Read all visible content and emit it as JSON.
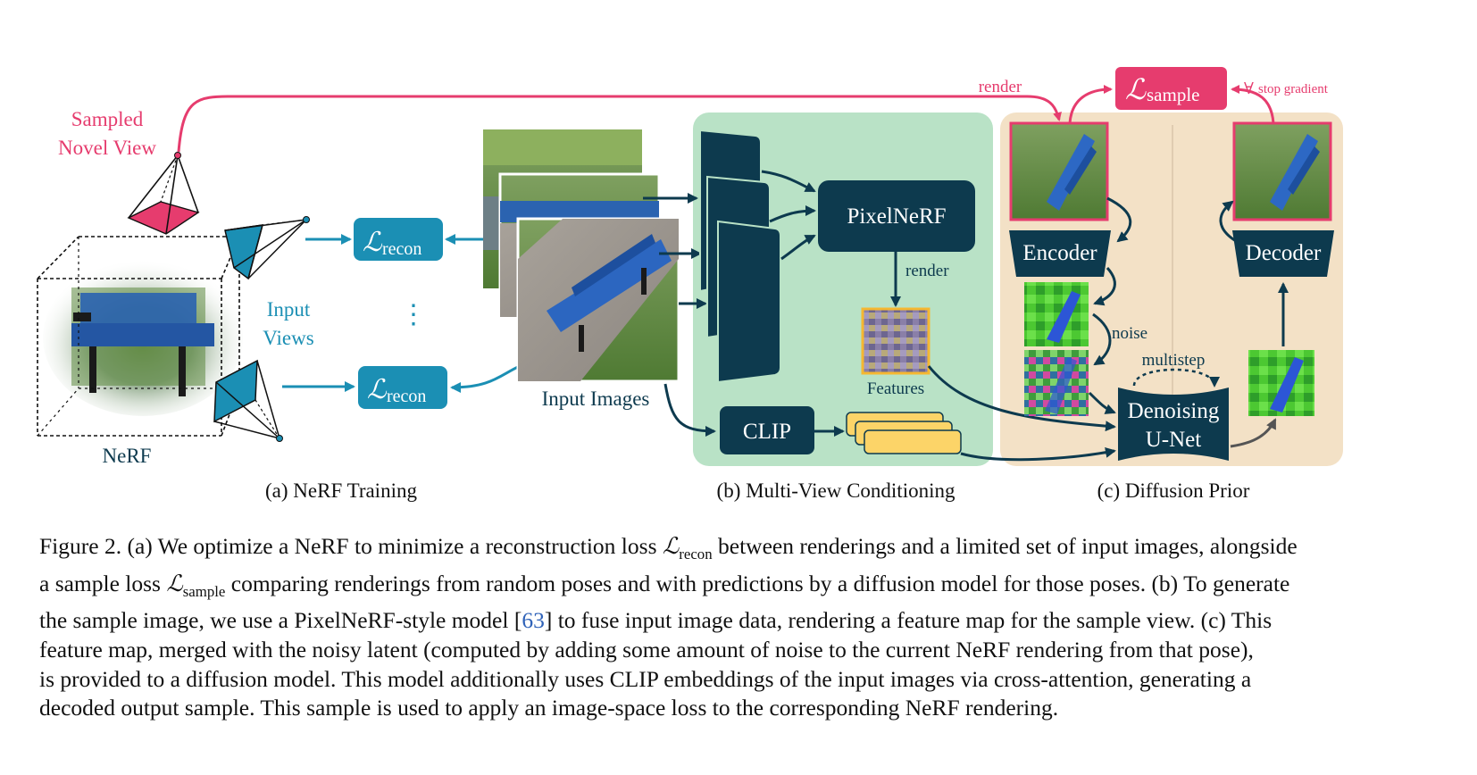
{
  "diagram": {
    "nerf_panel": {
      "sampled_novel_view_line1": "Sampled",
      "sampled_novel_view_line2": "Novel View",
      "input_views_line1": "Input",
      "input_views_line2": "Views",
      "ellipsis": "⋮",
      "nerf_label": "NeRF",
      "loss_recon_symbol": "ℒ",
      "loss_recon_subscript": "recon",
      "panel_title": "(a) NeRF Training"
    },
    "conditioning_panel": {
      "input_images_label": "Input Images",
      "pixelnerf_label": "PixelNeRF",
      "render_label": "render",
      "features_label": "Features",
      "clip_label": "CLIP",
      "panel_title": "(b) Multi-View Conditioning"
    },
    "diffusion_panel": {
      "render_top_label": "render",
      "loss_sample_symbol": "ℒ",
      "loss_sample_subscript": "sample",
      "stop_gradient_label": "stop gradient",
      "encoder_label": "Encoder",
      "decoder_label": "Decoder",
      "noise_label": "noise",
      "multistep_label": "multistep",
      "denoising_line1": "Denoising",
      "denoising_line2": "U-Net",
      "panel_title": "(c) Diffusion Prior"
    },
    "colors": {
      "pink": "#e63c6e",
      "teal": "#1b8fb4",
      "navy": "#0d3a4e",
      "green_bg": "#b9e2c6",
      "tan_bg": "#f3e1c6",
      "feature_yellow": "#fcd468"
    }
  },
  "caption": {
    "l1_prefix": "Figure 2. (a) We optimize a NeRF to minimize a reconstruction loss ",
    "l1_loss_symbol": "ℒ",
    "l1_loss_subscript": "recon",
    "l1_suffix": " between renderings and a limited set of input images, alongside",
    "l2_prefix": "a sample loss ",
    "l2_loss_symbol": "ℒ",
    "l2_loss_subscript": "sample",
    "l2_suffix": " comparing renderings from random poses and with predictions by a diffusion model for those poses. (b) To generate",
    "l3_prefix": "the sample image, we use a PixelNeRF-style model [",
    "l3_ref": "63",
    "l3_suffix": "] to fuse input image data, rendering a feature map for the sample view. (c) This",
    "l4": "feature map, merged with the noisy latent (computed by adding some amount of noise to the current NeRF rendering from that pose),",
    "l5": "is provided to a diffusion model.  This model additionally uses CLIP embeddings of the input images via cross-attention, generating a",
    "l6": "decoded output sample. This sample is used to apply an image-space loss to the corresponding NeRF rendering."
  }
}
